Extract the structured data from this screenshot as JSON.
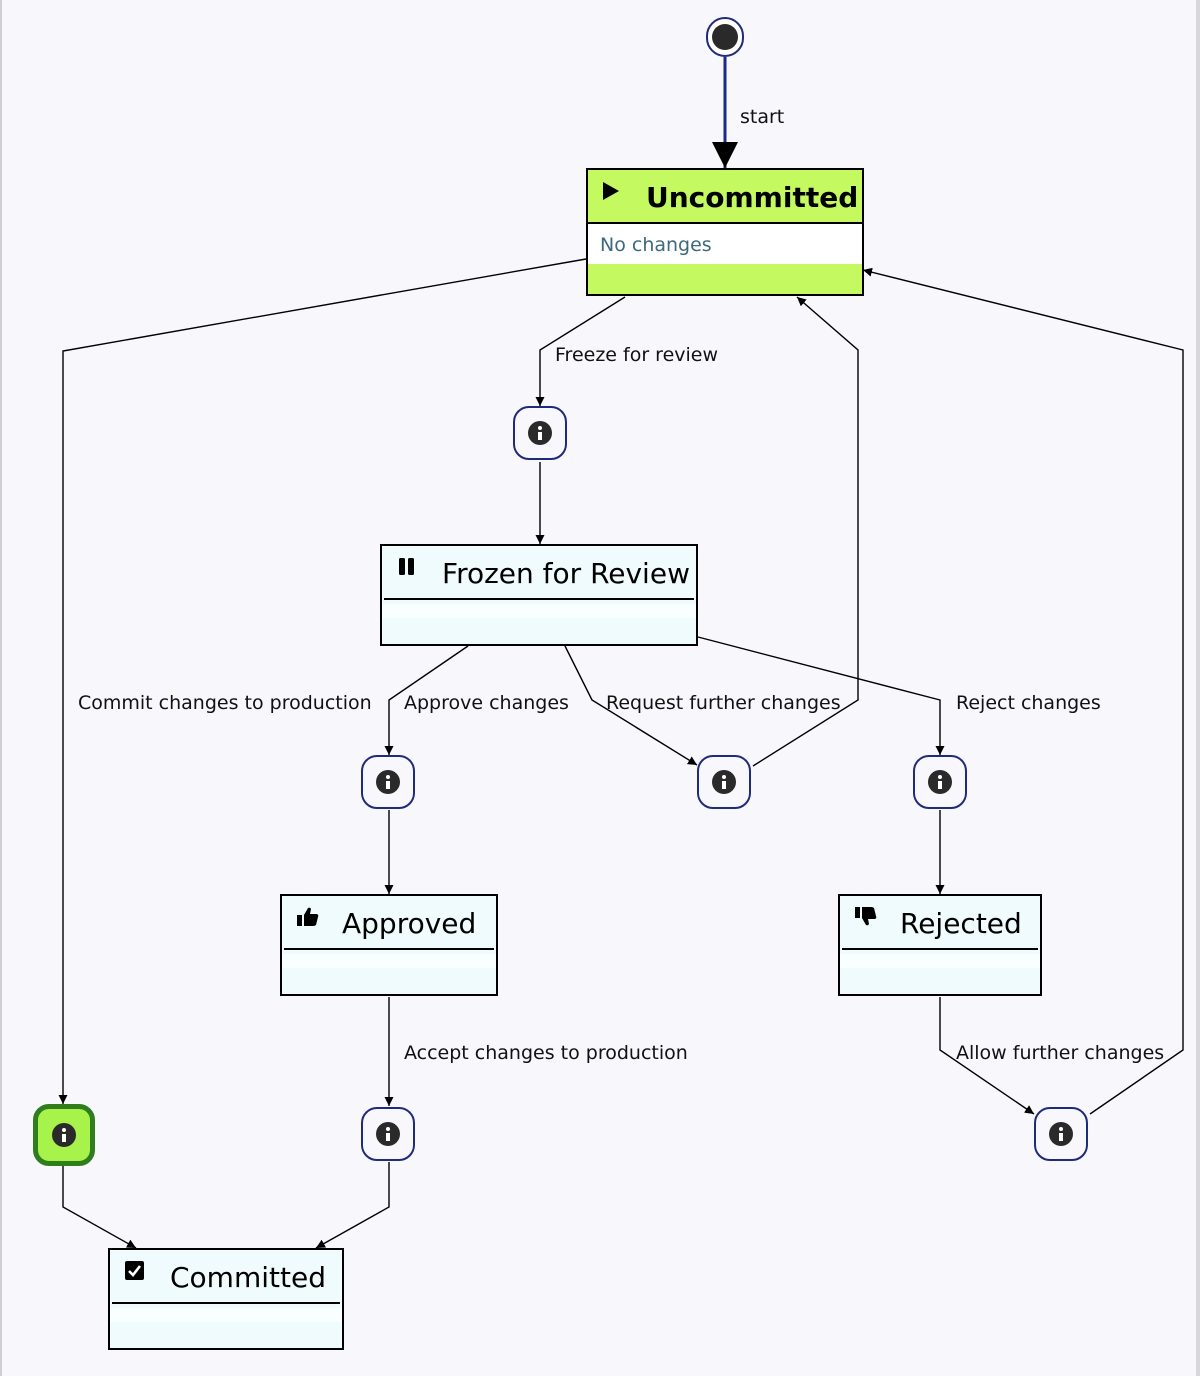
{
  "diagram": {
    "states": [
      {
        "id": "uncommitted",
        "label": "Uncommitted",
        "description": "No changes",
        "icon": "play-icon",
        "active": true
      },
      {
        "id": "frozen",
        "label": "Frozen for Review",
        "icon": "pause-icon",
        "active": false
      },
      {
        "id": "approved",
        "label": "Approved",
        "icon": "thumbs-up-icon",
        "active": false
      },
      {
        "id": "rejected",
        "label": "Rejected",
        "icon": "thumbs-down-icon",
        "active": false
      },
      {
        "id": "committed",
        "label": "Committed",
        "icon": "checkbox-icon",
        "active": false
      }
    ],
    "transitions": [
      {
        "id": "start",
        "label": "start",
        "from": "initial",
        "to": "uncommitted"
      },
      {
        "id": "freeze",
        "label": "Freeze for review",
        "from": "uncommitted",
        "to": "frozen"
      },
      {
        "id": "commit_direct",
        "label": "Commit changes to production",
        "from": "uncommitted",
        "to": "committed",
        "active": true
      },
      {
        "id": "approve",
        "label": "Approve changes",
        "from": "frozen",
        "to": "approved"
      },
      {
        "id": "request_changes",
        "label": "Request further changes",
        "from": "frozen",
        "to": "uncommitted"
      },
      {
        "id": "reject",
        "label": "Reject changes",
        "from": "frozen",
        "to": "rejected"
      },
      {
        "id": "accept",
        "label": "Accept changes to production",
        "from": "approved",
        "to": "committed"
      },
      {
        "id": "allow_changes",
        "label": "Allow further changes",
        "from": "rejected",
        "to": "uncommitted"
      }
    ],
    "colors": {
      "active_state": "#c4f960",
      "active_transition_fill": "#a8f24c",
      "active_transition_border": "#2f7d1c",
      "node_border": "#1f2a7a",
      "description_text": "#3c6a7c",
      "state_fill": "#f0fbfd",
      "background": "#f7f7fc"
    }
  }
}
